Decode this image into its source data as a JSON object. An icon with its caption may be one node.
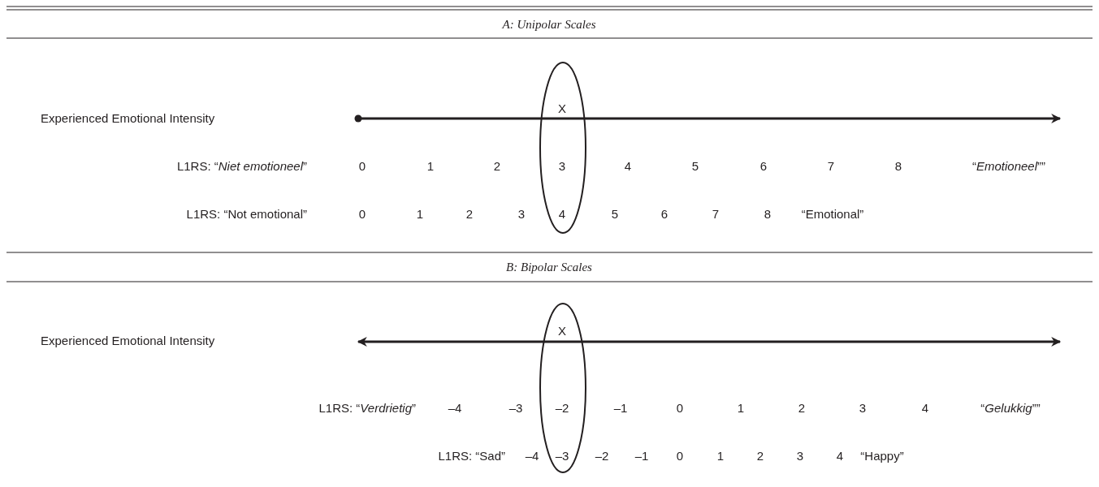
{
  "diagram": {
    "labels": [
      "A: Unipolar Scales",
      "Experienced Emotional Intensity",
      "X",
      "L1RS: “*Niet emotioneel*”",
      "0",
      "1",
      "2",
      "3",
      "4",
      "5",
      "6",
      "7",
      "8",
      "“*Emotioneel*””",
      "L1RS: “Not emotional”",
      "0",
      "1",
      "2",
      "3",
      "4",
      "5",
      "6",
      "7",
      "8",
      "“Emotional”",
      "B: Bipolar Scales",
      "Experienced Emotional Intensity",
      "X",
      "L1RS: “*Verdrietig*”",
      "–4",
      "–3",
      "–2",
      "–1",
      "0",
      "1",
      "2",
      "3",
      "4",
      "“*Gelukkig*””",
      "L1RS: “Sad”",
      "–4",
      "–3",
      "–2",
      "–1",
      "0",
      "1",
      "2",
      "3",
      "4",
      "“Happy”"
    ]
  }
}
